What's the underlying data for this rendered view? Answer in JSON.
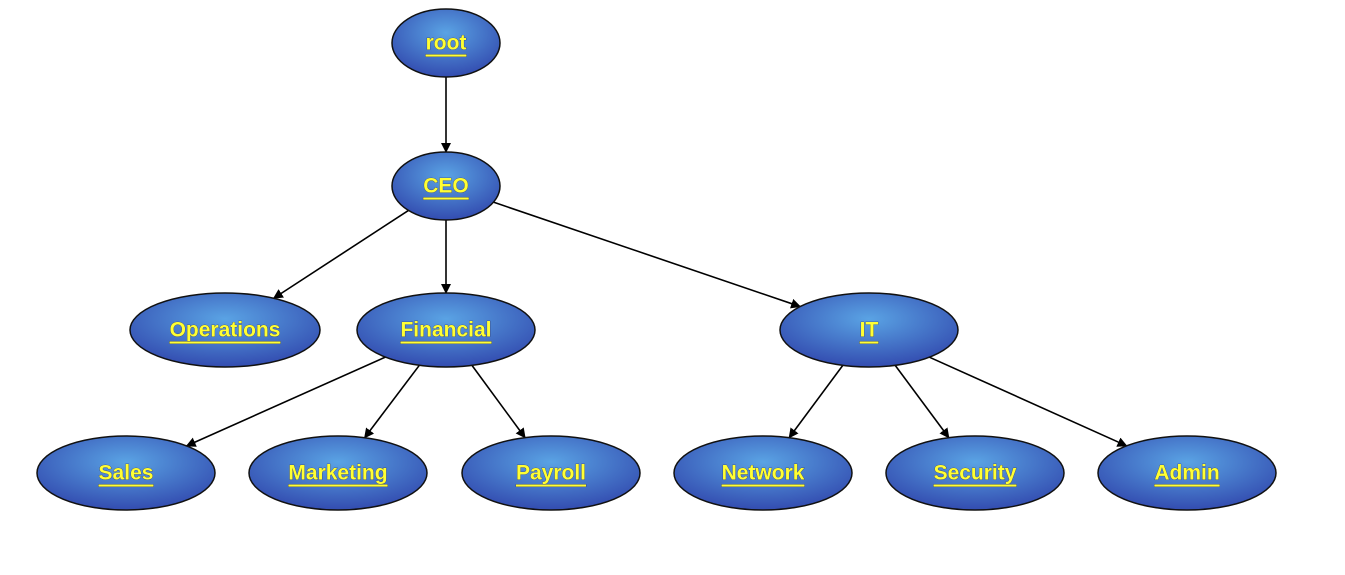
{
  "colors": {
    "node_fill_light": "#5aa3e4",
    "node_fill_dark": "#2d3fa8",
    "node_stroke": "#111111",
    "label_text": "#ffff33",
    "label_shadow": "#333355",
    "edge": "#000000"
  },
  "nodes": {
    "root": {
      "label": "root"
    },
    "ceo": {
      "label": "CEO"
    },
    "operations": {
      "label": "Operations"
    },
    "financial": {
      "label": "Financial"
    },
    "it": {
      "label": "IT"
    },
    "sales": {
      "label": "Sales"
    },
    "marketing": {
      "label": "Marketing"
    },
    "payroll": {
      "label": "Payroll"
    },
    "network": {
      "label": "Network"
    },
    "security": {
      "label": "Security"
    },
    "admin": {
      "label": "Admin"
    }
  },
  "edges": [
    {
      "from": "root",
      "to": "ceo"
    },
    {
      "from": "ceo",
      "to": "operations"
    },
    {
      "from": "ceo",
      "to": "financial"
    },
    {
      "from": "ceo",
      "to": "it"
    },
    {
      "from": "financial",
      "to": "sales"
    },
    {
      "from": "financial",
      "to": "marketing"
    },
    {
      "from": "financial",
      "to": "payroll"
    },
    {
      "from": "it",
      "to": "network"
    },
    {
      "from": "it",
      "to": "security"
    },
    {
      "from": "it",
      "to": "admin"
    }
  ]
}
